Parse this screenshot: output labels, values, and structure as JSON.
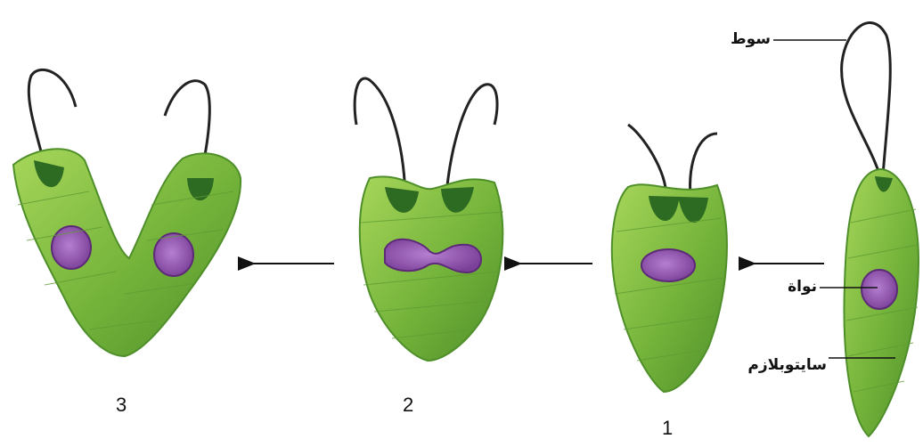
{
  "labels": {
    "flagellum": "سوط",
    "nucleus": "نواة",
    "cytoplasm": "سايتوبلازم"
  },
  "stages": [
    {
      "number": "1"
    },
    {
      "number": "2"
    },
    {
      "number": "3"
    }
  ],
  "colors": {
    "cell_fill": "#7fbf3f",
    "cell_edge": "#4f8f2a",
    "gullet": "#2d6a22",
    "nucleus": "#8e4fae",
    "nucleus_edge": "#5d2a78",
    "flagellum": "#222222",
    "arrow": "#111111"
  }
}
